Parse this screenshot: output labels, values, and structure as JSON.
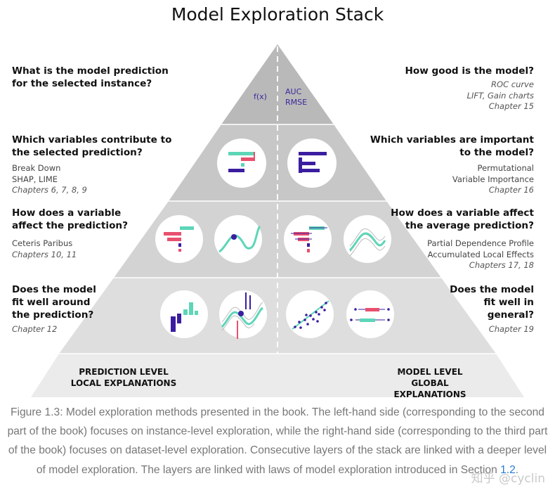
{
  "title": "Model Exploration Stack",
  "apex": {
    "left_label": "f(x)",
    "right_labels": [
      "AUC",
      "RMSE"
    ]
  },
  "left": [
    {
      "question": [
        "What is the model prediction",
        "for the selected instance?"
      ],
      "methods": [],
      "chapters": ""
    },
    {
      "question": [
        "Which variables contribute to",
        "the selected prediction?"
      ],
      "methods": [
        "Break Down",
        "SHAP, LIME"
      ],
      "chapters": "Chapters 6, 7, 8, 9"
    },
    {
      "question": [
        "How does a variable",
        "affect the prediction?"
      ],
      "methods": [
        "Ceteris Paribus"
      ],
      "chapters": "Chapters 10, 11"
    },
    {
      "question": [
        "Does the model",
        "fit well around",
        "the prediction?"
      ],
      "methods": [],
      "chapters": "Chapter 12"
    }
  ],
  "right": [
    {
      "question": [
        "How good is the model?"
      ],
      "methods": [
        "ROC curve",
        "LIFT, Gain charts"
      ],
      "chapters": "Chapter 15"
    },
    {
      "question": [
        "Which variables are important",
        "to the model?"
      ],
      "methods": [
        "Permutational",
        "Variable Importance"
      ],
      "chapters": "Chapter 16"
    },
    {
      "question": [
        "How does a variable affect",
        "the average prediction?"
      ],
      "methods": [
        "Partial Dependence Profile",
        "Accumulated Local Effects"
      ],
      "chapters": "Chapters 17, 18"
    },
    {
      "question": [
        "Does the model",
        "fit well in",
        "general?"
      ],
      "methods": [],
      "chapters": "Chapter 19"
    }
  ],
  "levels": {
    "left": [
      "PREDICTION LEVEL",
      "LOCAL EXPLANATIONS"
    ],
    "right": [
      "MODEL LEVEL",
      "GLOBAL EXPLANATIONS"
    ]
  },
  "caption": {
    "text": "Figure 1.3: Model exploration methods presented in the book. The left-hand side (corresponding to the second part of the book) focuses on instance-level exploration, while the right-hand side (corresponding to the third part of the book) focuses on dataset-level exploration. Consecutive layers of the stack are linked with a deeper level of model exploration. The layers are linked with laws of model exploration introduced in Section ",
    "link": "1.2",
    "end": "."
  },
  "watermark": "知乎 @cyclin",
  "colors": {
    "teal": "#5dd6b8",
    "pink": "#e8506e",
    "purple": "#3b1ea0",
    "layer_top": "#b8b8b8",
    "layer_2": "#c6c6c6",
    "layer_3": "#d2d2d2",
    "layer_4": "#dddddd",
    "base": "#eaeaea"
  }
}
